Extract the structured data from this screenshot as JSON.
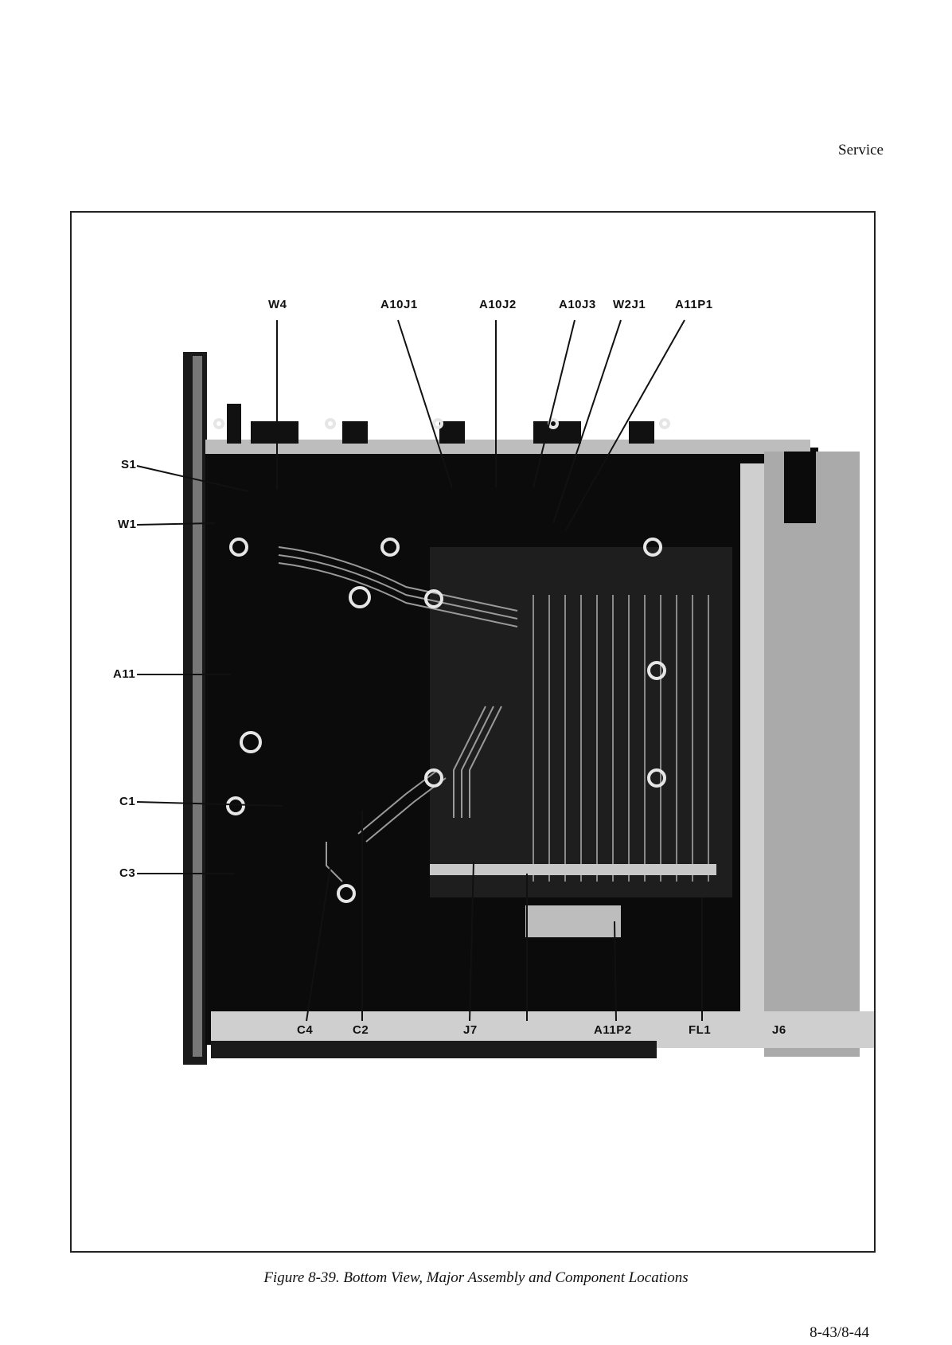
{
  "header": {
    "section": "Service"
  },
  "figure": {
    "callouts_top": [
      "W4",
      "A10J1",
      "A10J2",
      "A10J3",
      "W2J1",
      "A11P1"
    ],
    "callouts_left": [
      "S1",
      "W1",
      "A11",
      "C1",
      "C3"
    ],
    "callouts_bottom": [
      "C4",
      "C2",
      "J7",
      "A11P2",
      "FL1",
      "J6"
    ],
    "caption": "Figure 8-39. Bottom View, Major Assembly and Component Locations"
  },
  "footer": {
    "page_number": "8-43/8-44"
  }
}
